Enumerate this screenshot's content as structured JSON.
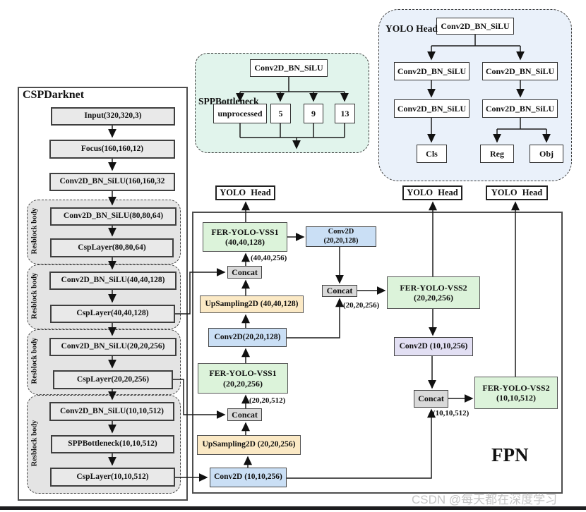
{
  "backbone": {
    "title": "CSPDarknet",
    "stem": [
      "Input(320,320,3)",
      "Focus(160,160,12)",
      "Conv2D_BN_SiLU(160,160,32"
    ],
    "groups": [
      {
        "label": "Resblock body",
        "layers": [
          "Conv2D_BN_SiLU(80,80,64)",
          "CspLayer(80,80,64)"
        ]
      },
      {
        "label": "Resblock body",
        "layers": [
          "Conv2D_BN_SiLU(40,40,128)",
          "CspLayer(40,40,128)"
        ]
      },
      {
        "label": "Resblock body",
        "layers": [
          "Conv2D_BN_SiLU(20,20,256)",
          "CspLayer(20,20,256)"
        ]
      },
      {
        "label": "Resblock body",
        "layers": [
          "Conv2D_BN_SiLU(10,10,512)",
          "SPPBottleneck(10,10,512)",
          "CspLayer(10,10,512)"
        ]
      }
    ]
  },
  "spp": {
    "title": "SPPBottleneck",
    "conv": "Conv2D_BN_SiLU",
    "branches": [
      "unprocessed",
      "5",
      "9",
      "13"
    ]
  },
  "head": {
    "title": "YOLO Head",
    "conv": "Conv2D_BN_SiLU",
    "cls": "Cls",
    "reg": "Reg",
    "obj": "Obj"
  },
  "fpn": {
    "title": "FPN",
    "head_box": "YOLO Head",
    "concat": "Concat",
    "nodes": {
      "vss1_p3": {
        "l1": "FER-YOLO-VSS1",
        "l2": "(40,40,128)"
      },
      "vss1_p4": {
        "l1": "FER-YOLO-VSS1",
        "l2": "(20,20,256)"
      },
      "vss2_p4": {
        "l1": "FER-YOLO-VSS2",
        "l2": "(20,20,256)"
      },
      "vss2_p5": {
        "l1": "FER-YOLO-VSS2",
        "l2": "(10,10,512)"
      },
      "conv_split": {
        "l1": "Conv2D",
        "l2": "(20,20,128)"
      },
      "conv_reduce": "Conv2D(20,20,128)",
      "conv_down": "Conv2D (10,10,256)",
      "conv_p5": "Conv2D (10,10,256)",
      "up_p3": "UpSampling2D (40,40,128)",
      "up_p4": "UpSampling2D (20,20,256)"
    },
    "edge_labels": {
      "p3_concat": "(40,40,256)",
      "p4_concat_mid": "(20,20,256)",
      "p4_concat": "(20,20,512)",
      "p5_concat": "(10,10,512)"
    }
  },
  "colors": {
    "vss_green": "#dcf3da",
    "conv_blue": "#cadff5",
    "conv_lavender": "#e2dff3",
    "upsample_tan": "#fbe9c5",
    "concat_gray": "#d9d9d9",
    "backbone_gray": "#e9e9e9",
    "spp_bg": "#e1f4ec",
    "head_bg": "#eaf1fa"
  },
  "watermark": "CSDN @每天都在深度学习"
}
